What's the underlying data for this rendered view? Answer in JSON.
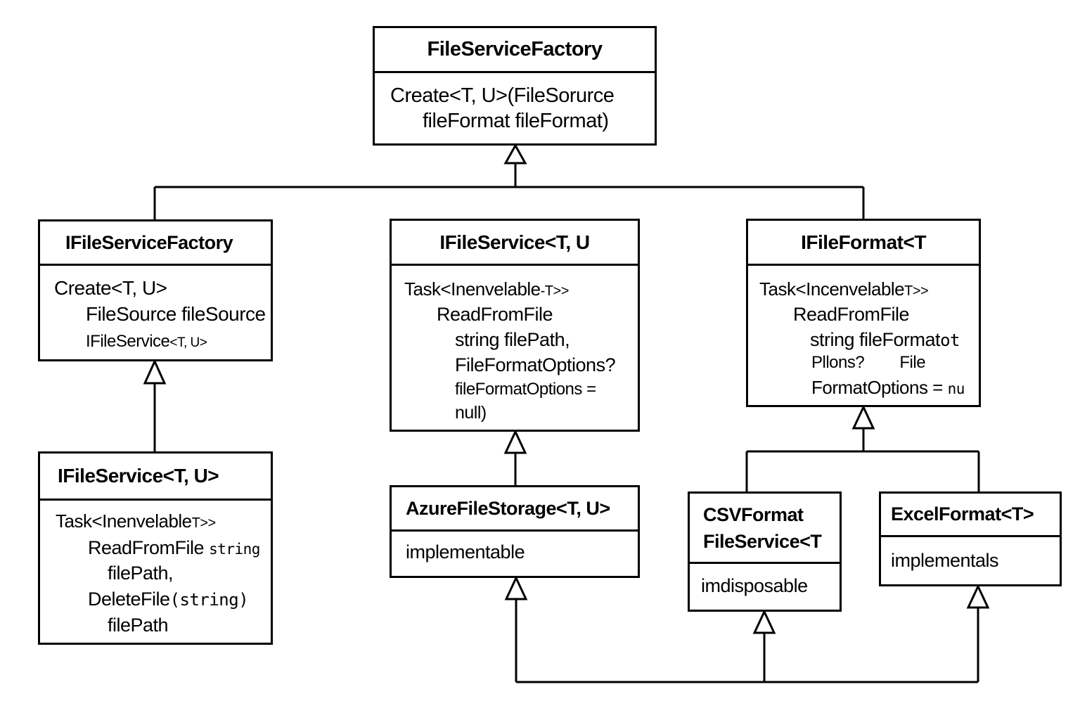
{
  "diagram": {
    "factory": {
      "title": "FileServiceFactory",
      "line1": "Create<T, U>(FileSorurce",
      "line2": "fileFormat fileFormat)"
    },
    "ifactory": {
      "title": "IFileServiceFactory",
      "line1": "Create<T, U>",
      "line2": "FileSource fileSource",
      "line3a": "IFileService",
      "line3b": "<T, U>"
    },
    "iservice_left": {
      "title": "IFileService<T, U>",
      "line1a": "Task<Inenvelable",
      "line1b": "T>>",
      "line2a": "ReadFromFile",
      "line2b": "string",
      "line3": "filePath,",
      "line4a": "DeleteFile",
      "line4b": "(string)",
      "line5": "filePath"
    },
    "iservice_mid": {
      "title": "IFileService<T, U",
      "line1a": "Task<Inenvelable",
      "line1b": "-T>>",
      "line2": "ReadFromFile",
      "line3": "string filePath,",
      "line4": "FileFormatOptions?",
      "line5": "fileFormatOptions =",
      "line6": "null)"
    },
    "iformat": {
      "title": "IFileFormat<T",
      "line1a": "Task<Incenvelable",
      "line1b": "T>>",
      "line2": "ReadFromFile",
      "line3a": "string fileFormat",
      "line3b": "ot",
      "line4a": "Pllons?",
      "line4b": "File",
      "line5a": "FormatOptions =",
      "line5b": "nu"
    },
    "azure": {
      "title": "AzureFileStorage<T, U>",
      "line1": "implementable"
    },
    "csv": {
      "title1": "CSVFormat",
      "title2": "FileService<T",
      "line1": "imdisposable"
    },
    "excel": {
      "title": "ExcelFormat<T>",
      "line1": "implementals"
    }
  }
}
